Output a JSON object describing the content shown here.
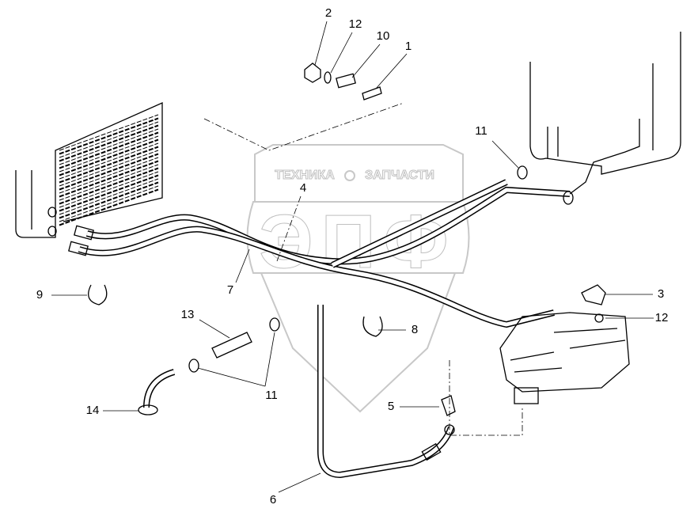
{
  "watermark": {
    "top_text_left": "ТЕХНИКА",
    "top_text_right": "ЗАПЧАСТИ",
    "logo_letters": "ЭПФ",
    "gear_icon": "gear-icon"
  },
  "callouts": [
    {
      "label": "2"
    },
    {
      "label": "12"
    },
    {
      "label": "10"
    },
    {
      "label": "1"
    },
    {
      "label": "11"
    },
    {
      "label": "4"
    },
    {
      "label": "7"
    },
    {
      "label": "9"
    },
    {
      "label": "3"
    },
    {
      "label": "12"
    },
    {
      "label": "8"
    },
    {
      "label": "13"
    },
    {
      "label": "11"
    },
    {
      "label": "14"
    },
    {
      "label": "5"
    },
    {
      "label": "6"
    }
  ]
}
